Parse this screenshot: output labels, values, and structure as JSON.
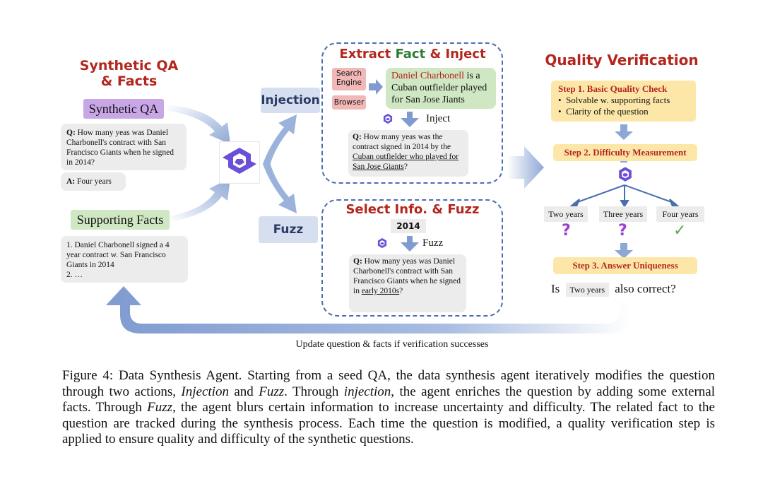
{
  "left": {
    "title_line1": "Synthetic QA",
    "title_line2": "& Facts",
    "synthetic_qa_label": "Synthetic QA",
    "question_prefix": "Q:",
    "question_text": "How many yeas was Daniel Charbonell's contract with San Francisco Giants when he signed in 2014?",
    "answer_prefix": "A:",
    "answer_text": "Four years",
    "supporting_facts_label": "Supporting Facts",
    "fact_1": "1. Daniel Charbonell signed a 4 year contract w. San Francisco Giants in 2014",
    "fact_2": "2. …"
  },
  "actions": {
    "injection": "Injection",
    "fuzz": "Fuzz"
  },
  "inject_panel": {
    "title_part1": "Extract ",
    "title_part2": "Fact",
    "title_part3": " & Inject",
    "tool_search_line1": "Search",
    "tool_search_line2": "Engine",
    "tool_browser": "Browser",
    "fact_name": "Daniel Charbonell",
    "fact_rest": " is a Cuban outfielder played for San Jose Jiants",
    "step_label": "Inject",
    "question_prefix": "Q:",
    "question_plain": "How many yeas was the contract signed in 2014 by the",
    "question_underlined": "Cuban outfielder who played for San Jose Giants",
    "question_end": "?"
  },
  "fuzz_panel": {
    "title": "Select Info. & Fuzz",
    "selected_value": "2014",
    "step_label": "Fuzz",
    "question_prefix": "Q:",
    "question_plain": "How many yeas was Daniel Charbonell's contract with San Francisco Giants when he signed in",
    "question_underlined": "early 2010s",
    "question_end": "?"
  },
  "verification": {
    "title": "Quality Verification",
    "step1_title": "Step 1. Basic Quality Check",
    "step1_bullet1": "Solvable w. supporting facts",
    "step1_bullet2": "Clarity of the question",
    "step2_title": "Step 2. Difficulty Measurement",
    "candidates": [
      "Two years",
      "Three years",
      "Four years"
    ],
    "candidate_marks": [
      "?",
      "?",
      "✓"
    ],
    "step3_title": "Step 3. Answer Uniqueness",
    "uniqueness_prefix": "Is",
    "uniqueness_candidate": "Two years",
    "uniqueness_suffix": "also correct?"
  },
  "feedback_label": "Update question & facts if verification successes",
  "caption": {
    "label": "Figure 4:",
    "text_a": " Data Synthesis Agent. Starting from a seed QA, the data synthesis agent iteratively modifies the question through two actions, ",
    "injection_em": "Injection",
    "text_b": " and ",
    "fuzz_em": "Fuzz",
    "text_c": ". Through ",
    "injection_em2": "injection",
    "text_d": ", the agent enriches the question by adding some external facts. Through ",
    "fuzz_em2": "Fuzz",
    "text_e": ", the agent blurs certain information to increase uncertainty and difficulty. The related fact to the question are tracked during the synthesis process. Each time the question is modified, a quality verification step is applied to ensure quality and difficulty of the synthetic questions."
  },
  "colors": {
    "red_title": "#b3261e",
    "arrow_blue": "#8ea8d6",
    "dashed_border": "#4a6fb0",
    "purple_label": "#c9a6e6",
    "green_fact": "#cfe7c2",
    "yellow_step": "#fde7a8",
    "check_green": "#5aa85a",
    "question_purple": "#9b3fd1"
  },
  "icons": {
    "agent": "qwen-logo-icon"
  }
}
